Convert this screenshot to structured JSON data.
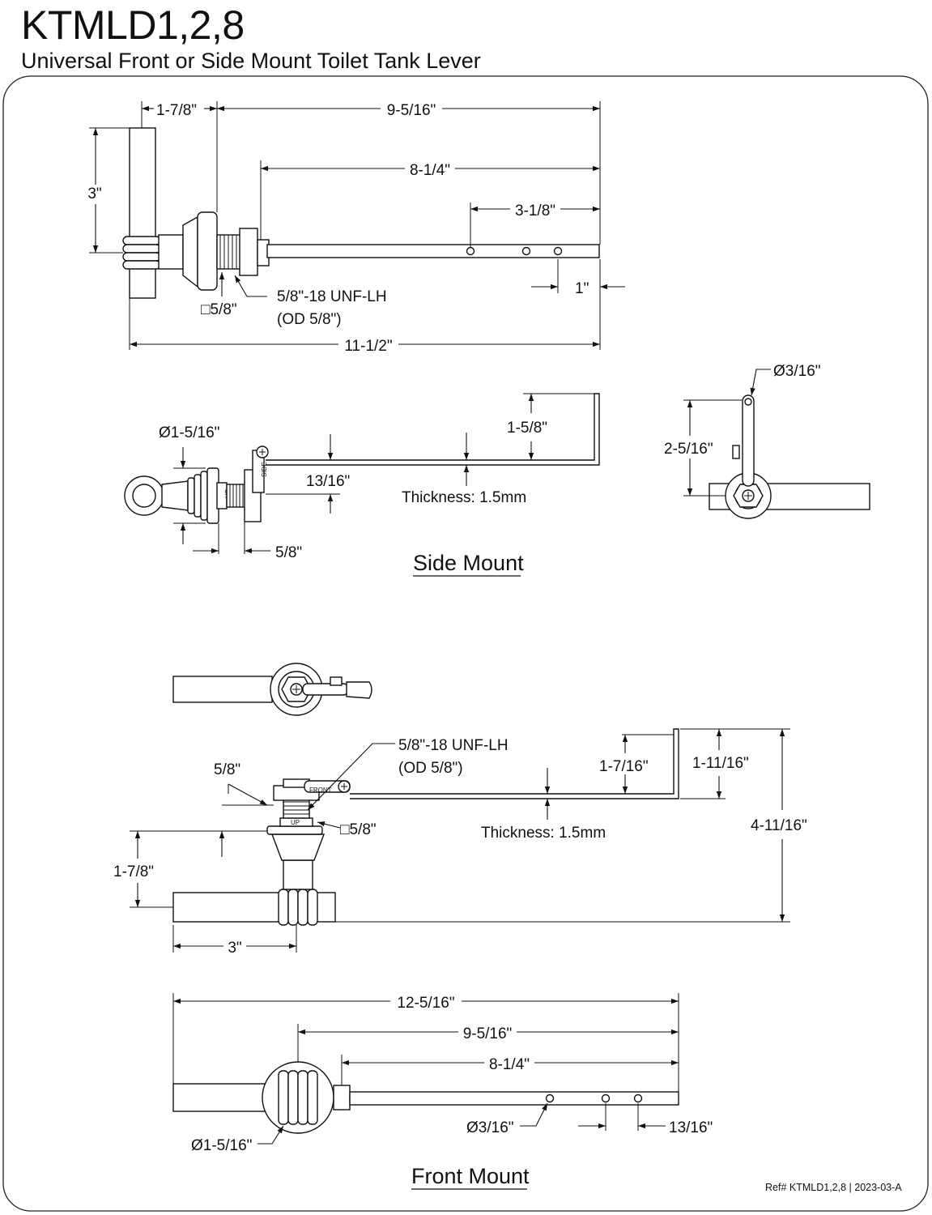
{
  "title": "KTMLD1,2,8",
  "subtitle": "Universal Front or Side Mount Toilet Tank Lever",
  "top_view": {
    "dim_a": "1-7/8\"",
    "dim_b": "9-5/16\"",
    "dim_c": "8-1/4\"",
    "dim_d": "3-1/8\"",
    "dim_height": "3\"",
    "dim_holes": "1\"",
    "square": "□5/8\"",
    "thread_1": "5/8\"-18 UNF-LH",
    "thread_2": "(OD 5/8\")",
    "overall": "11-1/2\""
  },
  "side_mount": {
    "dia": "Ø1-5/16\"",
    "drop": "1-5/8\"",
    "offset": "13/16\"",
    "thickness": "Thickness: 1.5mm",
    "nut": "5/8\"",
    "caption": "Side Mount",
    "end_dia": "Ø3/16\"",
    "end_height": "2-5/16\"",
    "side_tag": "SIDE",
    "up_tag": "UP"
  },
  "front_mount": {
    "thread_1": "5/8\"-18 UNF-LH",
    "thread_2": "(OD 5/8\")",
    "nut": "5/8\"",
    "square": "□5/8\"",
    "drop_a": "1-7/16\"",
    "drop_b": "1-11/16\"",
    "thickness": "Thickness: 1.5mm",
    "total": "4-11/16\"",
    "stem": "1-7/8\"",
    "handle": "3\"",
    "front_tag": "FRONT",
    "up_tag": "UP"
  },
  "bottom_view": {
    "overall": "12-5/16\"",
    "dim_b": "9-5/16\"",
    "dim_c": "8-1/4\"",
    "hole_dia": "Ø3/16\"",
    "hole_space": "13/16\"",
    "dia": "Ø1-5/16\"",
    "caption": "Front Mount"
  },
  "ref": "Ref# KTMLD1,2,8 | 2023-03-A"
}
